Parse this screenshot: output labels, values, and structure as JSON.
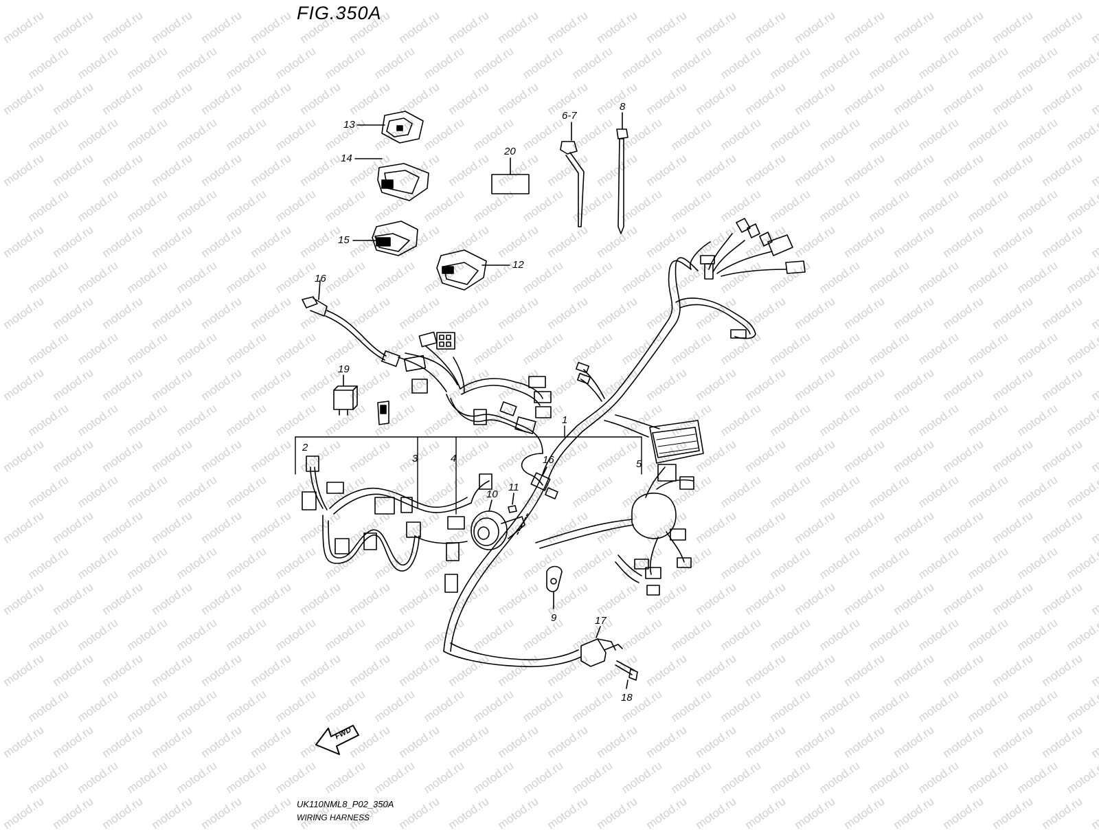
{
  "figure": {
    "title": "FIG.350A",
    "code": "UK110NML8_P02_350A",
    "caption": "WIRING HARNESS"
  },
  "watermark": {
    "text": "motod.ru",
    "color": "#d0d0d0"
  },
  "fwd_label": "FWD",
  "callouts": [
    {
      "id": "callout-1",
      "text": "1"
    },
    {
      "id": "callout-2",
      "text": "2"
    },
    {
      "id": "callout-3",
      "text": "3"
    },
    {
      "id": "callout-4",
      "text": "4"
    },
    {
      "id": "callout-5",
      "text": "5"
    },
    {
      "id": "callout-6-7",
      "text": "6-7"
    },
    {
      "id": "callout-8",
      "text": "8"
    },
    {
      "id": "callout-9",
      "text": "9"
    },
    {
      "id": "callout-10",
      "text": "10"
    },
    {
      "id": "callout-11",
      "text": "11"
    },
    {
      "id": "callout-12",
      "text": "12"
    },
    {
      "id": "callout-13",
      "text": "13"
    },
    {
      "id": "callout-14",
      "text": "14"
    },
    {
      "id": "callout-15",
      "text": "15"
    },
    {
      "id": "callout-16a",
      "text": "16"
    },
    {
      "id": "callout-16b",
      "text": "16"
    },
    {
      "id": "callout-17",
      "text": "17"
    },
    {
      "id": "callout-18",
      "text": "18"
    },
    {
      "id": "callout-19",
      "text": "19"
    },
    {
      "id": "callout-20",
      "text": "20"
    }
  ]
}
